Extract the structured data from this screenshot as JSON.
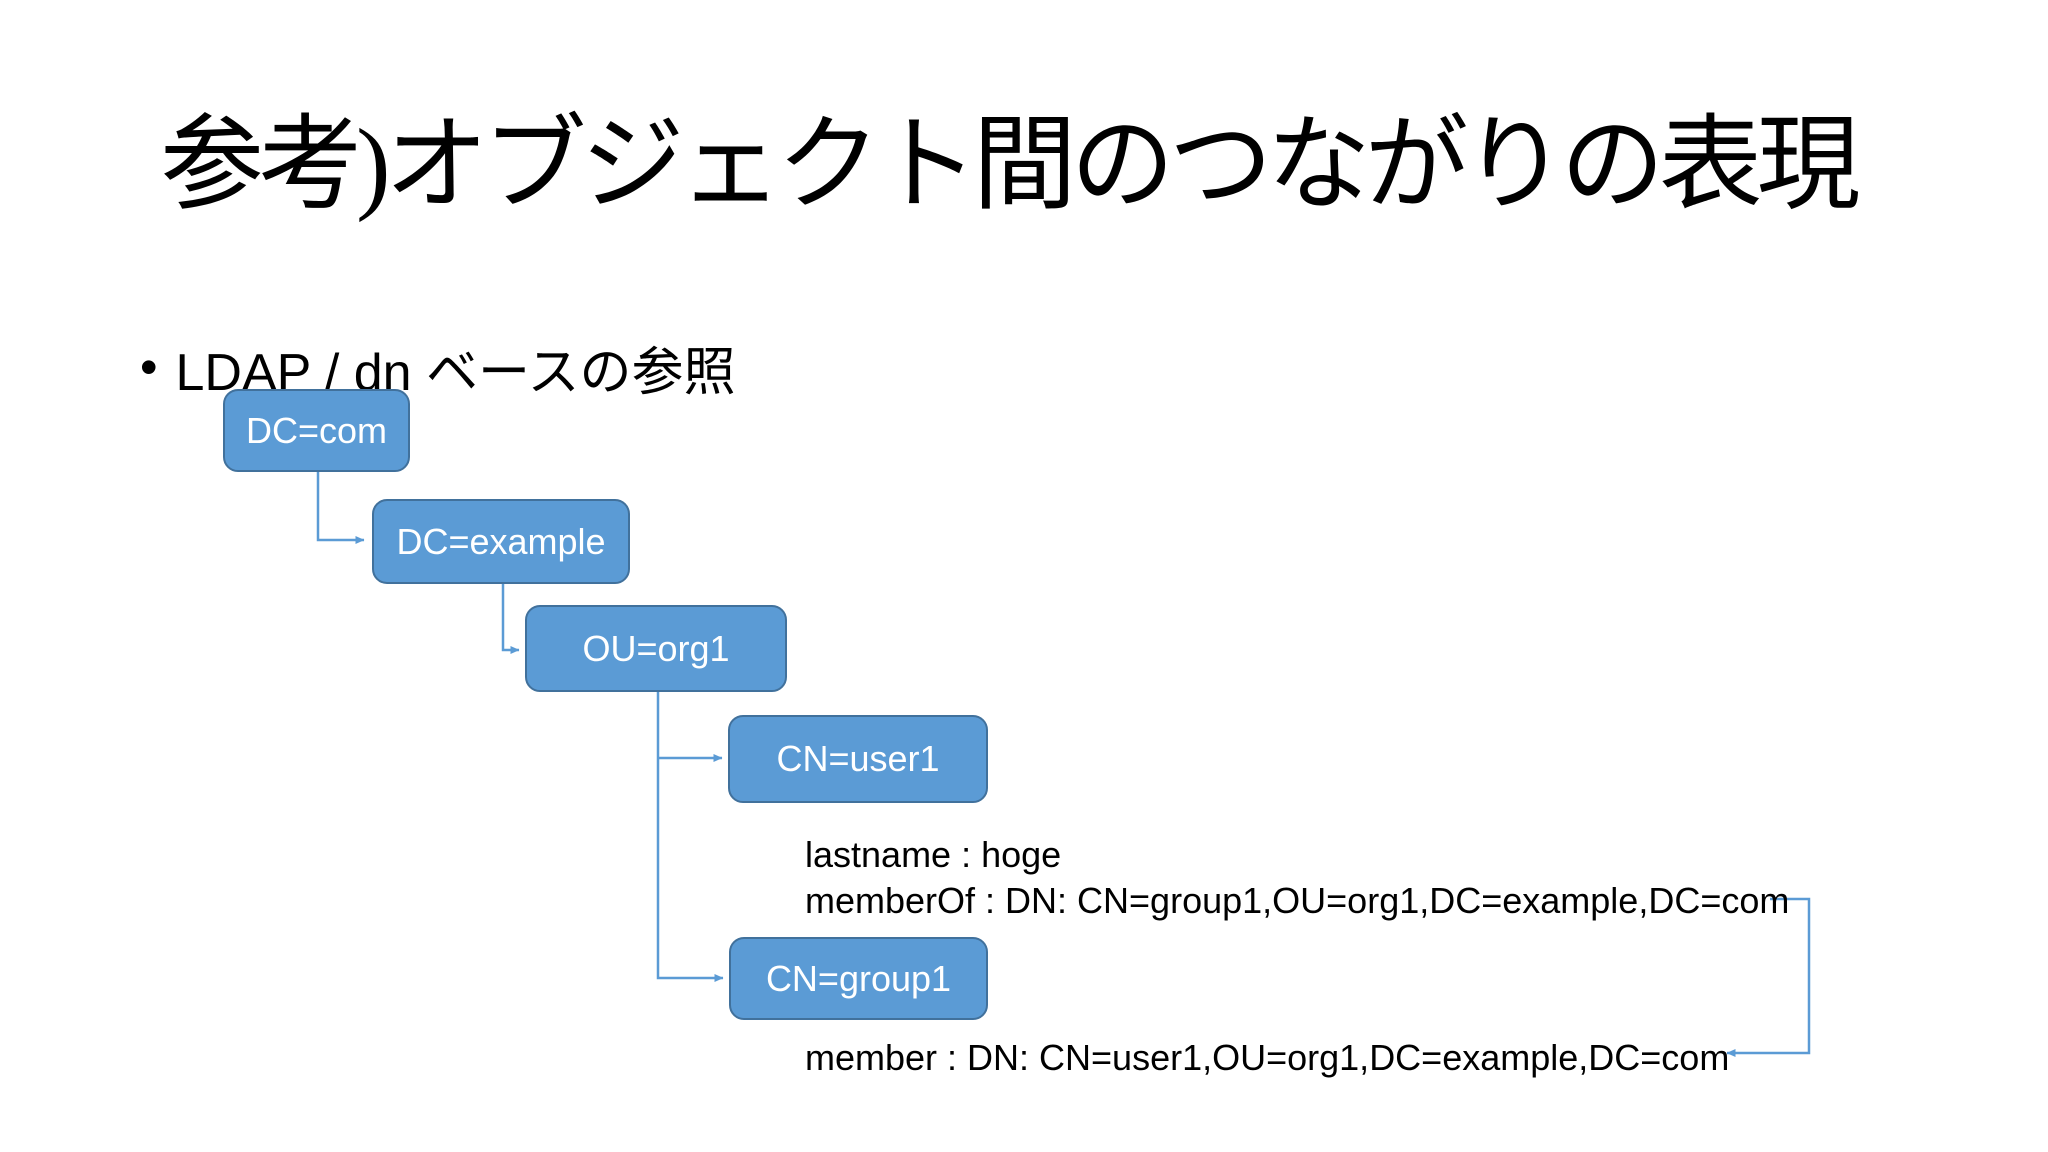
{
  "slide": {
    "title": "参考)オブジェクト間のつながりの表現",
    "bullet": {
      "marker": "•",
      "latin": "LDAP / dn ",
      "japanese": "ベースの参照"
    },
    "diagram": {
      "nodes": [
        {
          "id": "dc-com",
          "label": "DC=com"
        },
        {
          "id": "dc-example",
          "label": "DC=example"
        },
        {
          "id": "ou-org1",
          "label": "OU=org1"
        },
        {
          "id": "cn-user1",
          "label": "CN=user1"
        },
        {
          "id": "cn-group1",
          "label": "CN=group1"
        }
      ],
      "annotations": {
        "user1": [
          "lastname : hoge",
          "memberOf : DN: CN=group1,OU=org1,DC=example,DC=com"
        ],
        "group1": [
          "member : DN: CN=user1,OU=org1,DC=example,DC=com"
        ]
      }
    },
    "colors": {
      "background": "#ffffff",
      "node_fill": "#5b9bd5",
      "node_border": "#41719c",
      "connector": "#5b9bd5",
      "text_on_node": "#ffffff",
      "body_text": "#000000"
    }
  }
}
